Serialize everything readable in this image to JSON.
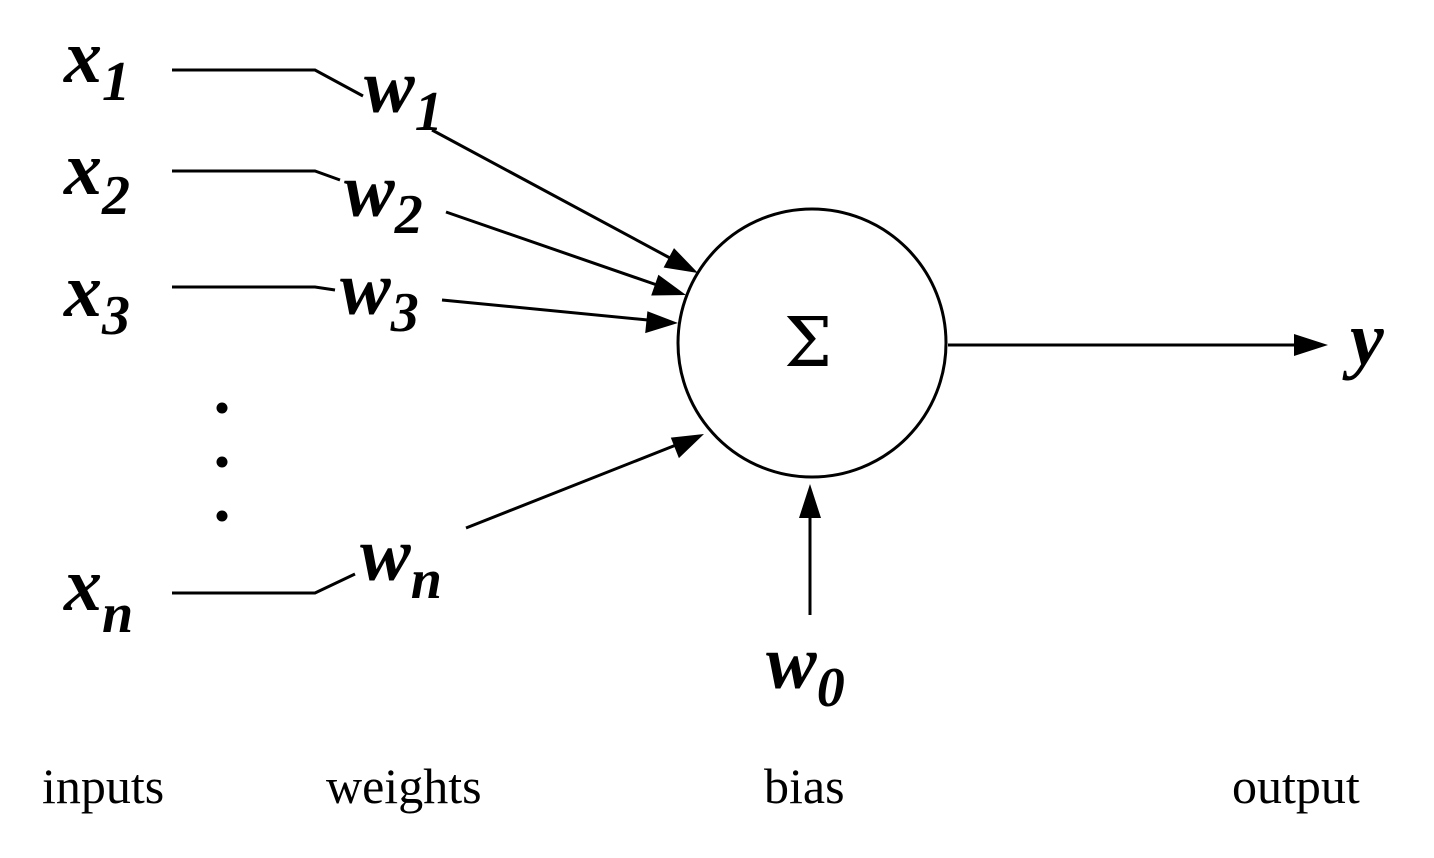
{
  "inputs": [
    {
      "symbol": "x",
      "subscript": "1"
    },
    {
      "symbol": "x",
      "subscript": "2"
    },
    {
      "symbol": "x",
      "subscript": "3"
    },
    {
      "symbol": "x",
      "subscript": "n"
    }
  ],
  "weights": [
    {
      "symbol": "w",
      "subscript": "1"
    },
    {
      "symbol": "w",
      "subscript": "2"
    },
    {
      "symbol": "w",
      "subscript": "3"
    },
    {
      "symbol": "w",
      "subscript": "n"
    }
  ],
  "bias": {
    "symbol": "w",
    "subscript": "0"
  },
  "node": {
    "symbol": "Σ"
  },
  "output": {
    "symbol": "y"
  },
  "captions": {
    "inputs": "inputs",
    "weights": "weights",
    "bias": "bias",
    "output": "output"
  }
}
